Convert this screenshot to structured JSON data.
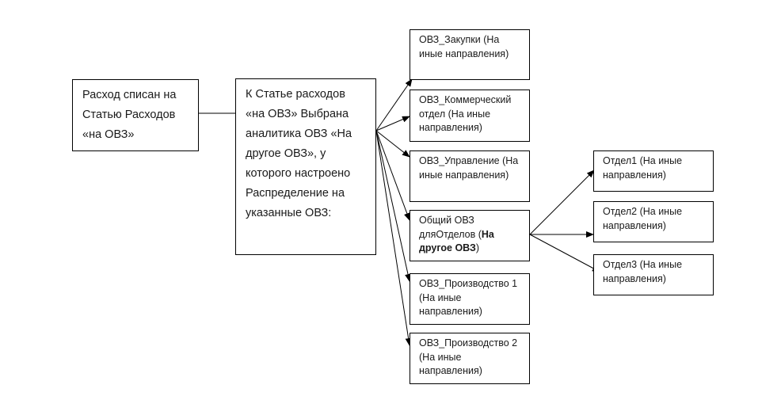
{
  "colors": {
    "line": "#000000",
    "box_border": "#000000",
    "text": "#1a1a1a"
  },
  "source": {
    "text": "Расход списан на Статью Расходов «на ОВЗ»"
  },
  "rule": {
    "text": "К Статье расходов «на ОВЗ»  Выбрана аналитика ОВЗ «На другое ОВЗ», у которого настроено Распределение на указанные ОВЗ:"
  },
  "targets": [
    {
      "text": "ОВЗ_Закупки (На иные направления)"
    },
    {
      "text": "ОВЗ_Коммерческий отдел (На иные направления)"
    },
    {
      "text": "ОВЗ_Управление (На иные направления)"
    },
    {
      "pre": "Общий ОВЗ дляОтделов  (",
      "bold": "На другое ОВЗ",
      "post": ")"
    },
    {
      "text": "ОВЗ_Производство 1 (На иные направления)"
    },
    {
      "text": "ОВЗ_Производство 2 (На иные направления)"
    }
  ],
  "departments": [
    {
      "text": "Отдел1 (На иные направления)"
    },
    {
      "text": "Отдел2 (На иные направления)"
    },
    {
      "text": "Отдел3 (На иные направления)"
    }
  ]
}
